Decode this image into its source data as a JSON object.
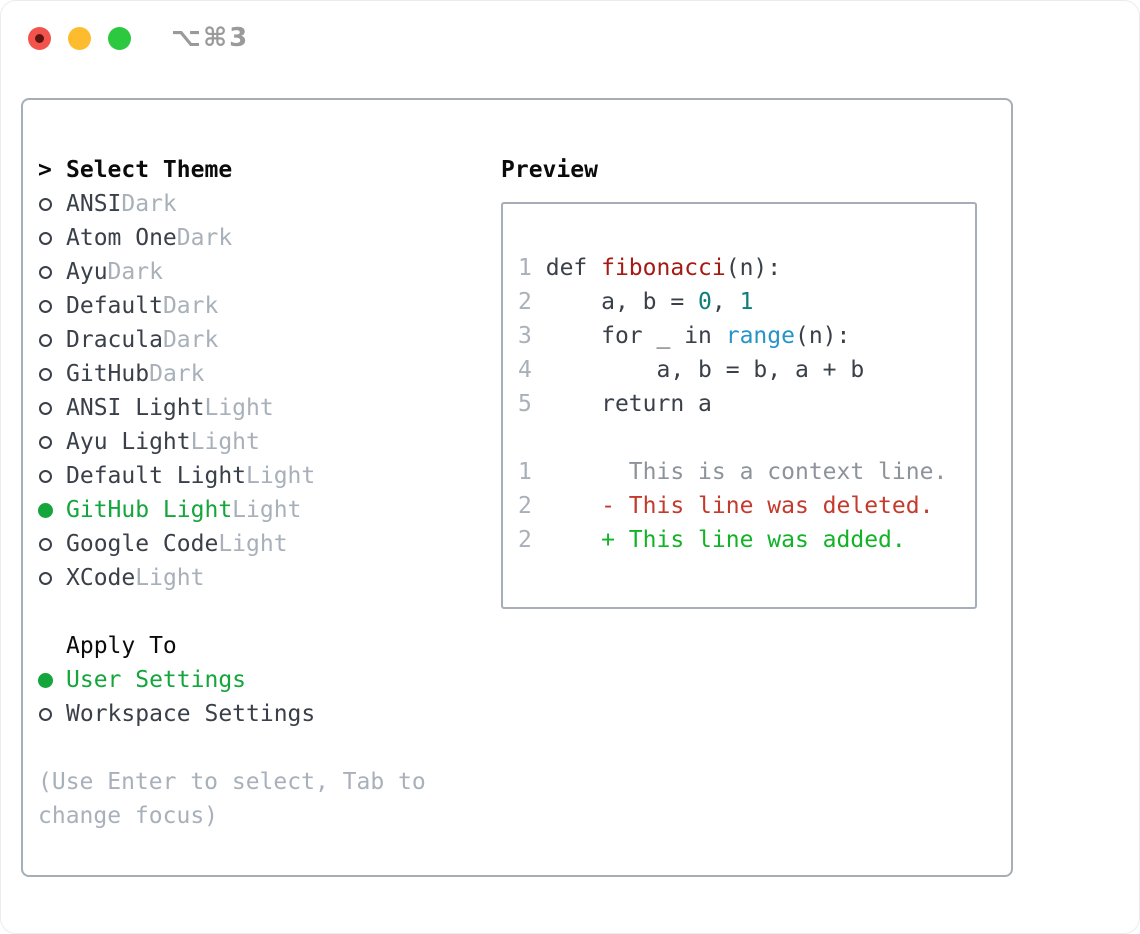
{
  "palette": {
    "border": "#a6aeb8",
    "text": "#3a4049",
    "heading": "#0b0b0b",
    "muted": "#a8b0ba",
    "sel_green": "#14a53c",
    "add_green": "#12b327",
    "del_red": "#c43a2c",
    "func_red": "#a61a14",
    "num_teal": "#0d7d7e",
    "builtin_blue": "#2693ca",
    "context_gray": "#8d939b",
    "code": "#3a4049",
    "shortcut_gray": "#9a9a9a",
    "close_red": "#f2544d",
    "min_yellow": "#fdbc2e",
    "zoom_green": "#2bc840"
  },
  "window": {
    "shortcut_label": "⌥⌘3",
    "traffic_lights": [
      "close",
      "minimize",
      "zoom"
    ]
  },
  "theme_panel": {
    "title_prefix": ">",
    "title": "Select Theme",
    "themes": [
      {
        "name": "ANSI",
        "variant": "Dark",
        "selected": false
      },
      {
        "name": "Atom One",
        "variant": "Dark",
        "selected": false
      },
      {
        "name": "Ayu",
        "variant": "Dark",
        "selected": false
      },
      {
        "name": "Default",
        "variant": "Dark",
        "selected": false
      },
      {
        "name": "Dracula",
        "variant": "Dark",
        "selected": false
      },
      {
        "name": "GitHub",
        "variant": "Dark",
        "selected": false
      },
      {
        "name": "ANSI Light",
        "variant": "Light",
        "selected": false
      },
      {
        "name": "Ayu Light",
        "variant": "Light",
        "selected": false
      },
      {
        "name": "Default Light",
        "variant": "Light",
        "selected": false
      },
      {
        "name": "GitHub Light",
        "variant": "Light",
        "selected": true
      },
      {
        "name": "Google Code",
        "variant": "Light",
        "selected": false
      },
      {
        "name": "XCode",
        "variant": "Light",
        "selected": false
      }
    ],
    "apply_to": {
      "title": "Apply To",
      "options": [
        {
          "label": "User Settings",
          "selected": true
        },
        {
          "label": "Workspace Settings",
          "selected": false
        }
      ]
    },
    "hint_lines": [
      "(Use Enter to select, Tab to",
      "change focus)"
    ]
  },
  "preview": {
    "title": "Preview",
    "lines": [
      {
        "num": "1",
        "segments": [
          {
            "text": "def ",
            "color": "code"
          },
          {
            "text": "fibonacci",
            "color": "function"
          },
          {
            "text": "(n):",
            "color": "code"
          }
        ]
      },
      {
        "num": "2",
        "segments": [
          {
            "text": "    a, b = ",
            "color": "code"
          },
          {
            "text": "0",
            "color": "number"
          },
          {
            "text": ", ",
            "color": "code"
          },
          {
            "text": "1",
            "color": "number"
          }
        ]
      },
      {
        "num": "3",
        "segments": [
          {
            "text": "    for _ in ",
            "color": "code"
          },
          {
            "text": "range",
            "color": "builtin"
          },
          {
            "text": "(n):",
            "color": "code"
          }
        ]
      },
      {
        "num": "4",
        "segments": [
          {
            "text": "        a, b = b, a + b",
            "color": "code"
          }
        ]
      },
      {
        "num": "5",
        "segments": [
          {
            "text": "    return a",
            "color": "code"
          }
        ]
      },
      {
        "blank": true
      },
      {
        "num": "1",
        "segments": [
          {
            "text": "      This is a context line.",
            "color": "context"
          }
        ]
      },
      {
        "num": "2",
        "segments": [
          {
            "text": "    - This line was deleted.",
            "color": "deleted"
          }
        ]
      },
      {
        "num": "2",
        "segments": [
          {
            "text": "    + This line was added.",
            "color": "added"
          }
        ]
      }
    ]
  }
}
